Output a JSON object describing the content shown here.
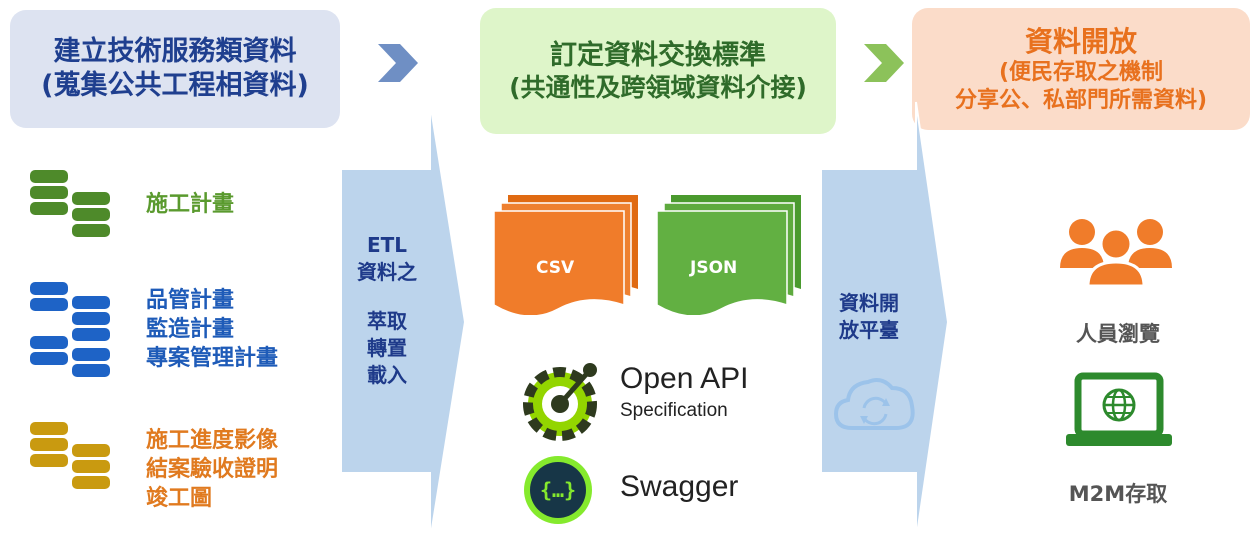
{
  "stages": {
    "build": {
      "line1": "建立技術服務類資料",
      "line2": "(蒐集公共工程相資料)"
    },
    "standard": {
      "line1": "訂定資料交換標準",
      "line2": "(共通性及跨領域資料介接)"
    },
    "open": {
      "line1": "資料開放",
      "line2": "(便民存取之機制",
      "line3": "分享公、私部門所需資料)"
    }
  },
  "sources": [
    {
      "lines": [
        "施工計畫"
      ],
      "color": "#5a9a2e",
      "icon": "database-icon-green"
    },
    {
      "lines": [
        "品管計畫",
        "監造計畫",
        "專案管理計畫"
      ],
      "color": "#1e5bb8",
      "icon": "database-icon-blue"
    },
    {
      "lines": [
        "施工進度影像",
        "結案驗收證明",
        "竣工圖"
      ],
      "color": "#e07a1f",
      "icon": "database-icon-gold"
    }
  ],
  "etl": {
    "line1": "ETL",
    "line2": "資料之",
    "line3": "萃取",
    "line4": "轉置",
    "line5": "載入"
  },
  "formats": {
    "csv": "CSV",
    "json": "JSON"
  },
  "standards": {
    "openapi_line1": "Open API",
    "openapi_line2": "Specification",
    "swagger": "Swagger",
    "swagger_glyph": "{…}"
  },
  "platform": {
    "line1": "資料開",
    "line2": "放平臺",
    "icon": "cloud-sync-icon"
  },
  "outputs": {
    "browse": "人員瀏覽",
    "m2m": "M2M存取",
    "browse_icon": "people-icon",
    "m2m_icon": "laptop-globe-icon"
  }
}
